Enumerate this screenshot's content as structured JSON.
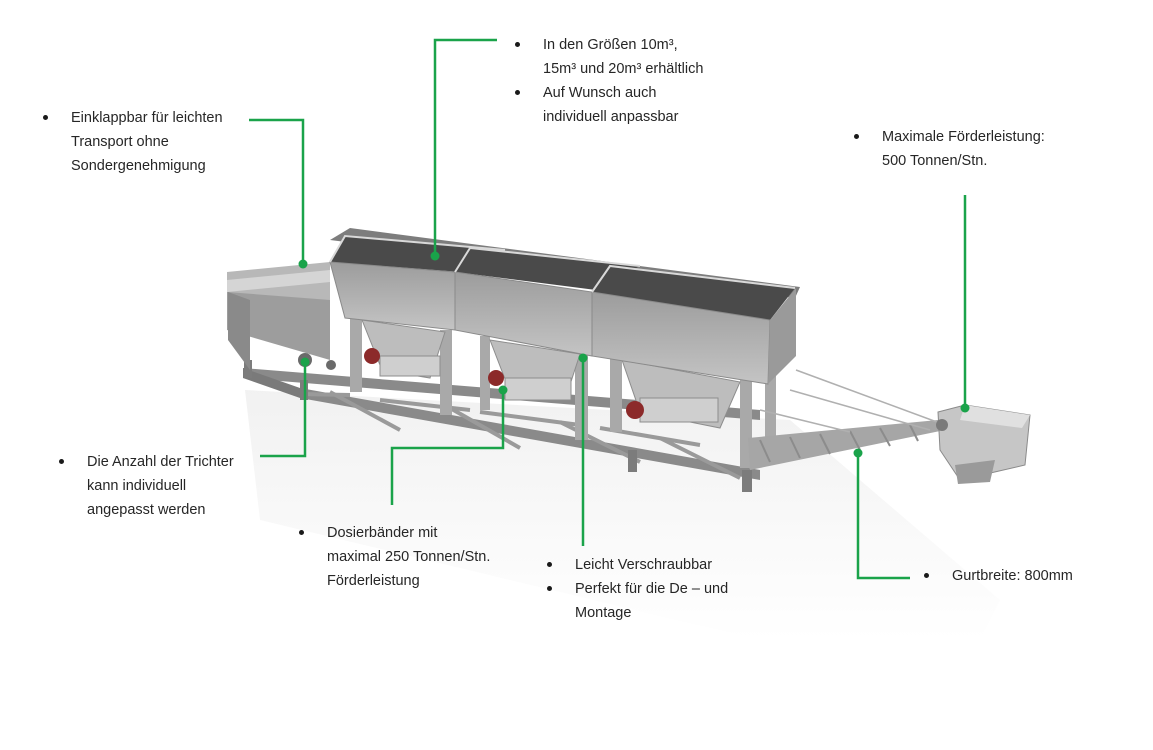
{
  "callouts": {
    "hopper_sizes": [
      "In den Größen 10m³,\n15m³ und 20m³ erhältlich",
      "Auf Wunsch auch\nindividuell anpassbar"
    ],
    "foldable": [
      "Einklappbar für leichten\nTransport ohne\nSondergenehmigung"
    ],
    "max_capacity": [
      "Maximale Förderleistung:\n500 Tonnen/Stn."
    ],
    "hopper_count": [
      "Die Anzahl der Trichter\nkann individuell\nangepasst werden"
    ],
    "dosing_belts": [
      "Dosierbänder mit\nmaximal 250 Tonnen/Stn.\nFörderleistung"
    ],
    "assembly": [
      "Leicht Verschraubbar",
      "Perfekt für die De – und\nMontage"
    ],
    "belt_width": [
      "Gurtbreite: 800mm"
    ]
  },
  "colors": {
    "leader_line": "#1aa34a",
    "steel_light": "#c9c9c9",
    "steel_mid": "#a8a8a8",
    "steel_dark": "#6f6f6f",
    "motor_red": "#8c2a2a"
  }
}
